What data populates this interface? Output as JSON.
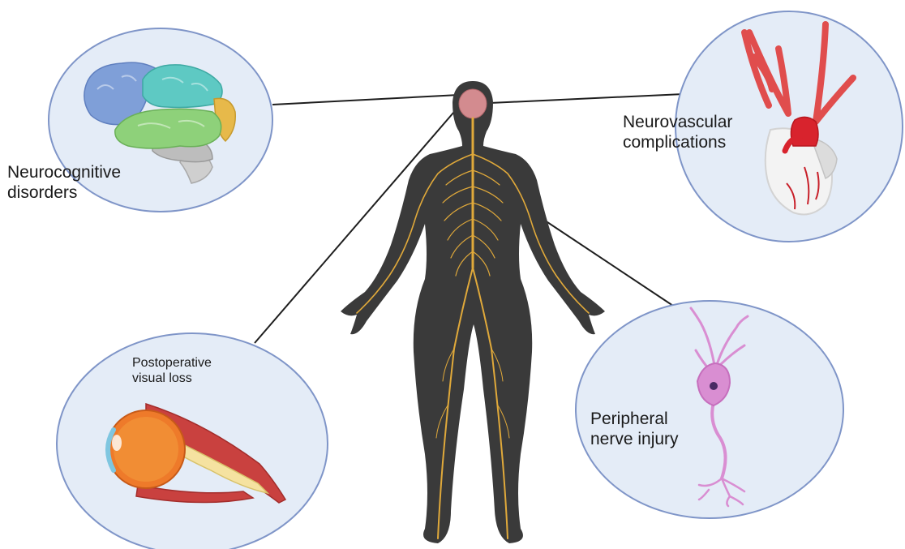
{
  "colors": {
    "bubble_fill": "#e4ecf7",
    "bubble_stroke": "#7f95c8",
    "body_fill": "#3a3a3a",
    "nerve": "#e0a93a",
    "connector": "#1e1e1e"
  },
  "panels": {
    "neurocognitive": {
      "label_line1": "Neurocognitive",
      "label_line2": "disorders",
      "icon": "brain-icon"
    },
    "neurovascular": {
      "label_line1": "Neurovascular",
      "label_line2": "complications",
      "icon": "heart-vessels-icon"
    },
    "postoperative_visual_loss": {
      "label_line1": "Postoperative",
      "label_line2": "visual loss",
      "icon": "eye-icon"
    },
    "peripheral_nerve_injury": {
      "label_line1": "Peripheral",
      "label_line2": "nerve injury",
      "icon": "neuron-icon"
    }
  },
  "center": {
    "icon": "human-nervous-system-icon"
  }
}
